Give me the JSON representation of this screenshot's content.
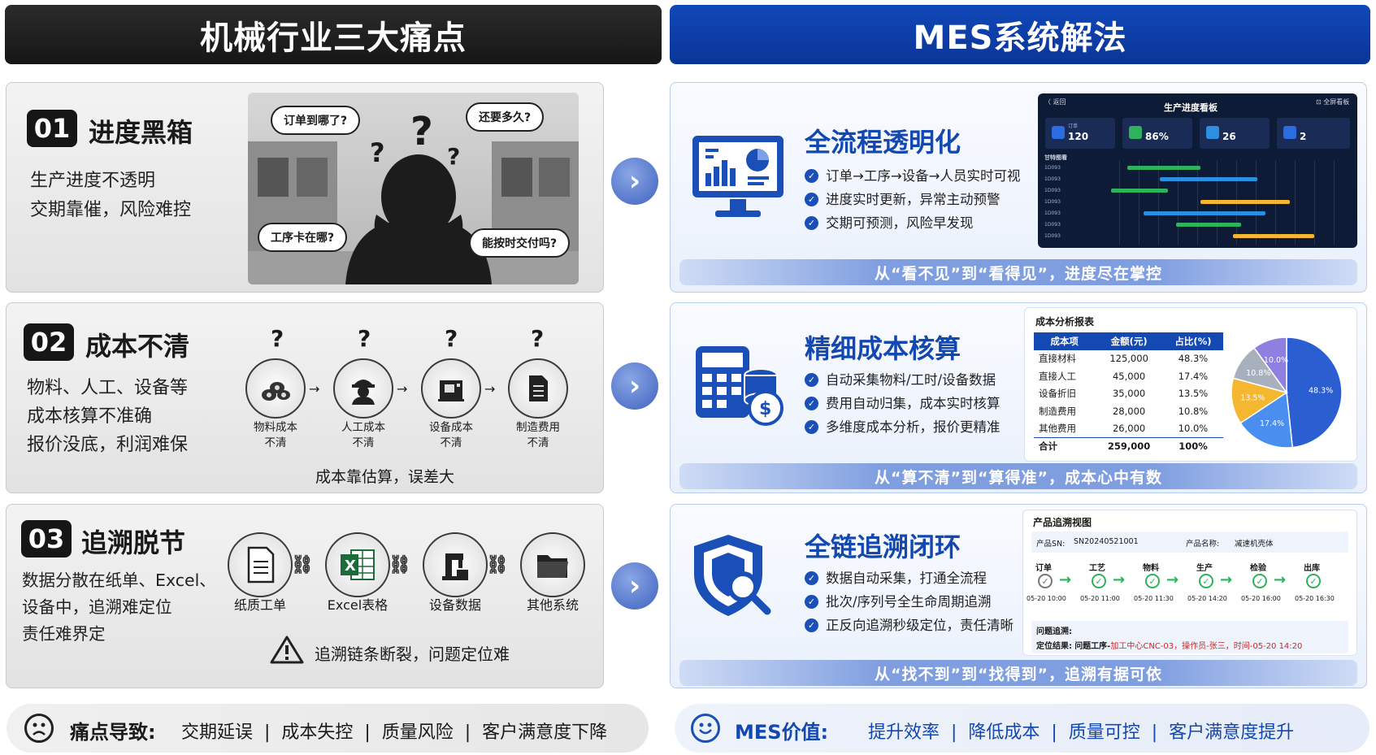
{
  "left_header": "机械行业三大痛点",
  "right_header": "MES系统解法",
  "pain1": {
    "num": "01",
    "title": "进度黑箱",
    "line1": "生产进度不透明",
    "line2": "交期靠催，风险难控",
    "bubbles": [
      "订单到哪了?",
      "还要多久?",
      "工序卡在哪?",
      "能按时交付吗?"
    ]
  },
  "pain2": {
    "num": "02",
    "title": "成本不清",
    "line1": "物料、人工、设备等",
    "line2": "成本核算不准确",
    "line3": "报价没底，利润难保",
    "items": [
      {
        "l1": "物料成本",
        "l2": "不清",
        "icon": "materials-icon"
      },
      {
        "l1": "人工成本",
        "l2": "不清",
        "icon": "worker-icon"
      },
      {
        "l1": "设备成本",
        "l2": "不清",
        "icon": "machine-icon"
      },
      {
        "l1": "制造费用",
        "l2": "不清",
        "icon": "document-icon"
      }
    ],
    "note": "成本靠估算，误差大"
  },
  "pain3": {
    "num": "03",
    "title": "追溯脱节",
    "line1": "数据分散在纸单、Excel、",
    "line2": "设备中，追溯难定位",
    "line3": "责任难界定",
    "items": [
      "纸质工单",
      "Excel表格",
      "设备数据",
      "其他系统"
    ],
    "note": "追溯链条断裂，问题定位难"
  },
  "sol1": {
    "title": "全流程透明化",
    "bullets": [
      "订单→工序→设备→人员实时可视",
      "进度实时更新，异常主动预警",
      "交期可预测，风险早发现"
    ],
    "banner": "从“看不见”到“看得见”，进度尽在掌控",
    "dash": {
      "back": "〈 返回",
      "title": "生产进度看板",
      "right": "⊡ 全屏看板",
      "kpis": [
        {
          "label": "订单",
          "value": "120"
        },
        {
          "label": "",
          "value": "86%"
        },
        {
          "label": "",
          "value": "26"
        },
        {
          "label": "",
          "value": "2"
        }
      ],
      "gantt_label": "甘特图看",
      "gantt_rows": [
        "1D093",
        "1D093",
        "1D093",
        "1D093",
        "1D093",
        "1D093",
        "1D093"
      ]
    }
  },
  "sol2": {
    "title": "精细成本核算",
    "bullets": [
      "自动采集物料/工时/设备数据",
      "费用自动归集，成本实时核算",
      "多维度成本分析，报价更精准"
    ],
    "banner": "从“算不清”到“算得准”，成本心中有数",
    "report_title": "成本分析报表",
    "table_headers": [
      "成本项",
      "金额(元)",
      "占比(%)"
    ],
    "table_rows": [
      [
        "直接材料",
        "125,000",
        "48.3%"
      ],
      [
        "直接人工",
        "45,000",
        "17.4%"
      ],
      [
        "设备折旧",
        "35,000",
        "13.5%"
      ],
      [
        "制造费用",
        "28,000",
        "10.8%"
      ],
      [
        "其他费用",
        "26,000",
        "10.0%"
      ],
      [
        "合计",
        "259,000",
        "100%"
      ]
    ],
    "pie_labels": [
      "48.3%",
      "17.4%",
      "13.5%",
      "10.8%",
      "10.0%"
    ],
    "pie_colors": [
      "#2b5fd1",
      "#4a8ef0",
      "#f5b730",
      "#a9b0bd",
      "#8f7fe0"
    ]
  },
  "chart_data": {
    "type": "pie",
    "categories": [
      "直接材料",
      "直接人工",
      "设备折旧",
      "制造费用",
      "其他费用"
    ],
    "values": [
      48.3,
      17.4,
      13.5,
      10.8,
      10.0
    ]
  },
  "sol3": {
    "title": "全链追溯闭环",
    "bullets": [
      "数据自动采集，打通全流程",
      "批次/序列号全生命周期追溯",
      "正反向追溯秒级定位，责任清晰"
    ],
    "banner": "从“找不到”到“找得到”，追溯有据可依",
    "view_title": "产品追溯视图",
    "sn_label": "产品SN:",
    "sn_value": "SN20240521001",
    "name_label": "产品名称:",
    "name_value": "减速机壳体",
    "steps": [
      {
        "name": "订单",
        "time": "05-20 10:00"
      },
      {
        "name": "工艺",
        "time": "05-20 11:00"
      },
      {
        "name": "物料",
        "time": "05-20 11:30"
      },
      {
        "name": "生产",
        "time": "05-20 14:20"
      },
      {
        "name": "检验",
        "time": "05-20 16:00"
      },
      {
        "name": "出库",
        "time": "05-20 16:30"
      }
    ],
    "issue_label": "问题追溯:",
    "result_label": "定位结果:",
    "result_prefix": "问题工序-",
    "result_value": "加工中心CNC-03，操作员-张三，时间-05-20 14:20"
  },
  "footer_left": {
    "label": "痛点导致:",
    "items": "交期延误  |  成本失控  |  质量风险  |  客户满意度下降"
  },
  "footer_right": {
    "label": "MES价值:",
    "items": "提升效率  |  降低成本  |  质量可控  |  客户满意度提升"
  }
}
